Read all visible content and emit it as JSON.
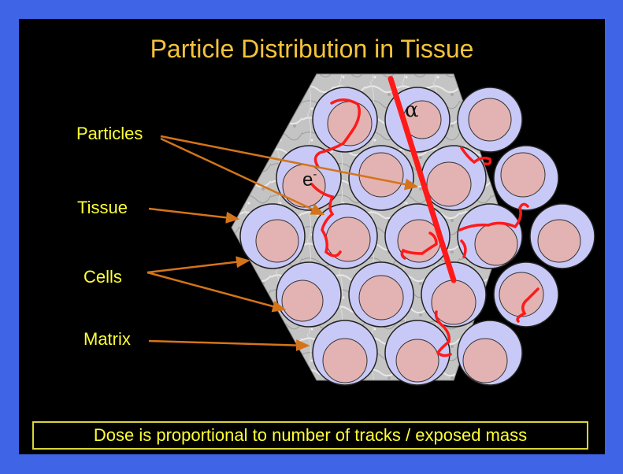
{
  "slide": {
    "title": "Particle Distribution in Tissue",
    "caption": "Dose is proportional to number of tracks / exposed mass"
  },
  "labels": {
    "particles": "Particles",
    "tissue": "Tissue",
    "cells": "Cells",
    "matrix": "Matrix"
  },
  "symbols": {
    "alpha": "α",
    "electron": "e",
    "electron_superscript": "-"
  },
  "colors": {
    "background_frame": "#3f64e6",
    "slide_background": "#000000",
    "title": "#f5c33b",
    "label_text": "#ffff33",
    "arrow": "#d4741a",
    "cell_membrane": "#c9c9f7",
    "nucleus": "#e3b3b3",
    "track": "#ff1a1a",
    "matrix": "#c8c8c8"
  }
}
